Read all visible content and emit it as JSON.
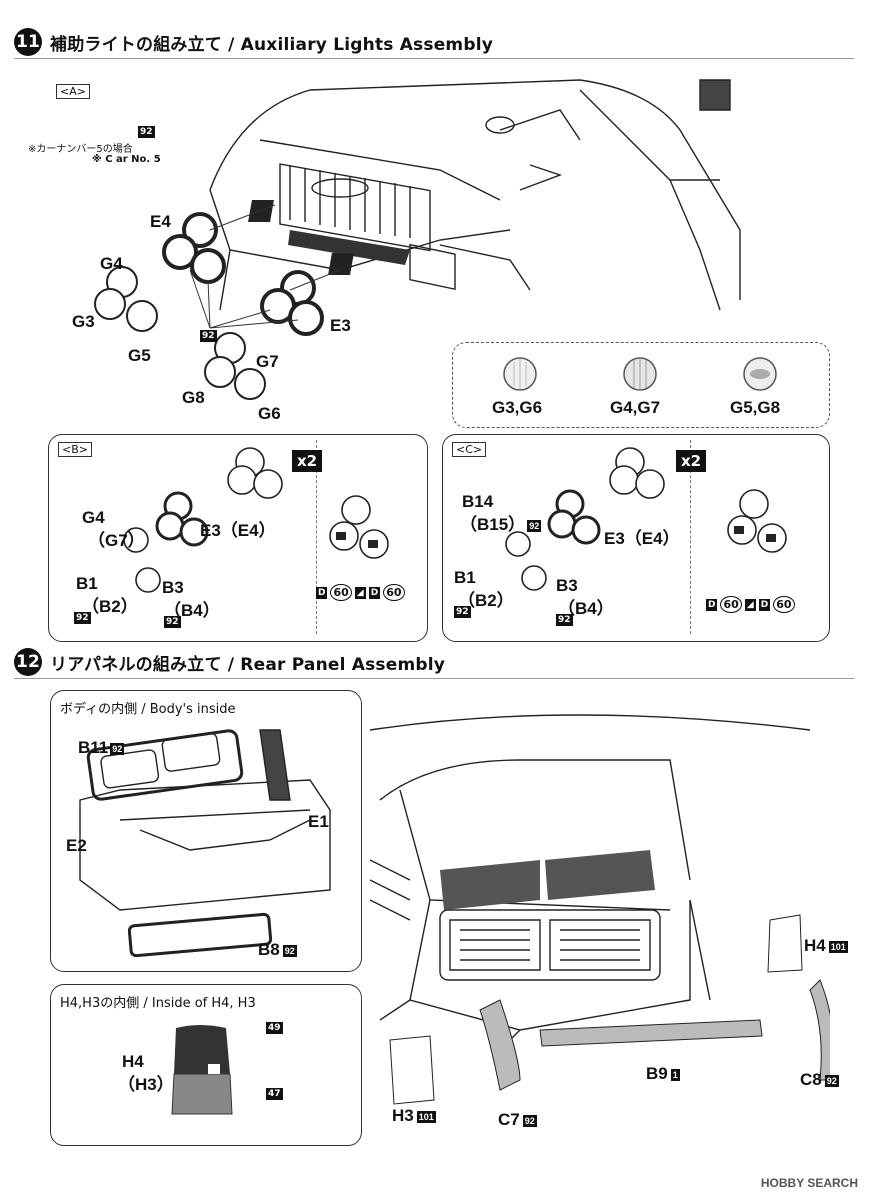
{
  "step11": {
    "number": "11",
    "title": "補助ライトの組み立て / Auxiliary Lights Assembly",
    "section_a": "<A>",
    "note_tag": "92",
    "note_jp": "※カーナンバー5の場合",
    "note_en": "※ C ar No. 5",
    "labels": {
      "e4": "E4",
      "g4": "G4",
      "g3": "G3",
      "g5": "G5",
      "e3": "E3",
      "g7": "G7",
      "g8": "G8",
      "g6": "G6",
      "paint92": "92"
    },
    "lens_legend": [
      {
        "label": "G3,G6"
      },
      {
        "label": "G4,G7"
      },
      {
        "label": "G5,G8"
      }
    ],
    "box_b": {
      "label": "<B>",
      "x2": "x2",
      "g4": "G4",
      "g7": "（G7）",
      "e3": "E3（E4）",
      "b1": "B1",
      "b2": "（B2）",
      "b3": "B3",
      "b4": "（B4）",
      "paint92a": "92",
      "paint92b": "92",
      "decal_d": "D",
      "decal_60": "60"
    },
    "box_c": {
      "label": "<C>",
      "x2": "x2",
      "b14": "B14",
      "b15": "（B15）",
      "tag92": "92",
      "e3": "E3（E4）",
      "b1": "B1",
      "b2": "（B2）",
      "b3": "B3",
      "b4": "（B4）",
      "paint92a": "92",
      "paint92b": "92",
      "decal_d": "D",
      "decal_60": "60"
    }
  },
  "step12": {
    "number": "12",
    "title": "リアパネルの組み立て / Rear Panel Assembly",
    "body_inside": "ボディの内側 / Body's inside",
    "b11": "B11",
    "b11_tag": "92",
    "e1": "E1",
    "e2": "E2",
    "b8": "B8",
    "b8_tag": "92",
    "inside_h4h3": "H4,H3の内側 / Inside of H4, H3",
    "h4": "H4",
    "h3p": "（H3）",
    "tag49": "49",
    "tag47": "47",
    "h4r": "H4",
    "h4r_tag": "101",
    "h3": "H3",
    "h3_tag": "101",
    "c7": "C7",
    "c7_tag": "92",
    "b9": "B9",
    "b9_tag": "1",
    "c8": "C8",
    "c8_tag": "92"
  },
  "watermark": "HOBBY SEARCH"
}
